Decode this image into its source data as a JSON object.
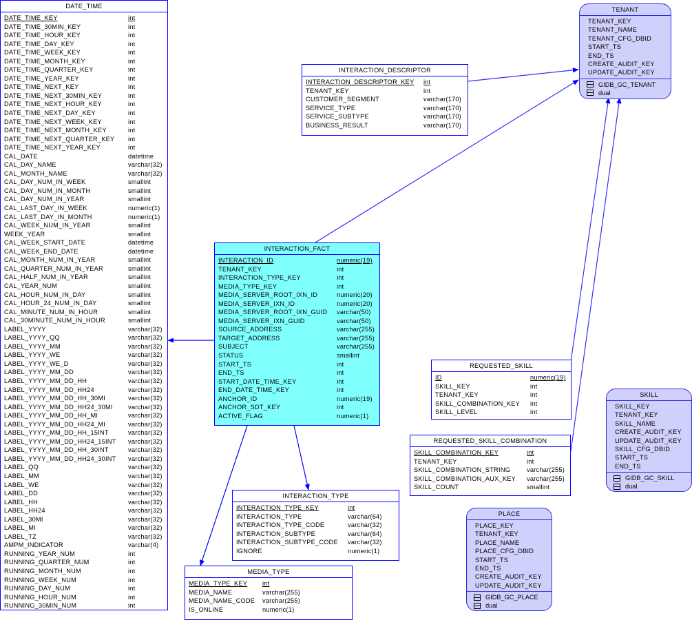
{
  "diagram": {
    "entities": {
      "date_time": {
        "title": "DATE_TIME",
        "columns": [
          {
            "name": "DATE_TIME_KEY",
            "type": "int",
            "pk": true
          },
          {
            "name": "DATE_TIME_30MIN_KEY",
            "type": "int"
          },
          {
            "name": "DATE_TIME_HOUR_KEY",
            "type": "int"
          },
          {
            "name": "DATE_TIME_DAY_KEY",
            "type": "int"
          },
          {
            "name": "DATE_TIME_WEEK_KEY",
            "type": "int"
          },
          {
            "name": "DATE_TIME_MONTH_KEY",
            "type": "int"
          },
          {
            "name": "DATE_TIME_QUARTER_KEY",
            "type": "int"
          },
          {
            "name": "DATE_TIME_YEAR_KEY",
            "type": "int"
          },
          {
            "name": "DATE_TIME_NEXT_KEY",
            "type": "int"
          },
          {
            "name": "DATE_TIME_NEXT_30MIN_KEY",
            "type": "int"
          },
          {
            "name": "DATE_TIME_NEXT_HOUR_KEY",
            "type": "int"
          },
          {
            "name": "DATE_TIME_NEXT_DAY_KEY",
            "type": "int"
          },
          {
            "name": "DATE_TIME_NEXT_WEEK_KEY",
            "type": "int"
          },
          {
            "name": "DATE_TIME_NEXT_MONTH_KEY",
            "type": "int"
          },
          {
            "name": "DATE_TIME_NEXT_QUARTER_KEY",
            "type": "int"
          },
          {
            "name": "DATE_TIME_NEXT_YEAR_KEY",
            "type": "int"
          },
          {
            "name": "CAL_DATE",
            "type": "datetime"
          },
          {
            "name": "CAL_DAY_NAME",
            "type": "varchar(32)"
          },
          {
            "name": "CAL_MONTH_NAME",
            "type": "varchar(32)"
          },
          {
            "name": "CAL_DAY_NUM_IN_WEEK",
            "type": "smallint"
          },
          {
            "name": "CAL_DAY_NUM_IN_MONTH",
            "type": "smallint"
          },
          {
            "name": "CAL_DAY_NUM_IN_YEAR",
            "type": "smallint"
          },
          {
            "name": "CAL_LAST_DAY_IN_WEEK",
            "type": "numeric(1)"
          },
          {
            "name": "CAL_LAST_DAY_IN_MONTH",
            "type": "numeric(1)"
          },
          {
            "name": "CAL_WEEK_NUM_IN_YEAR",
            "type": "smallint"
          },
          {
            "name": "WEEK_YEAR",
            "type": "smallint"
          },
          {
            "name": "CAL_WEEK_START_DATE",
            "type": "datetime"
          },
          {
            "name": "CAL_WEEK_END_DATE",
            "type": "datetime"
          },
          {
            "name": "CAL_MONTH_NUM_IN_YEAR",
            "type": "smallint"
          },
          {
            "name": "CAL_QUARTER_NUM_IN_YEAR",
            "type": "smallint"
          },
          {
            "name": "CAL_HALF_NUM_IN_YEAR",
            "type": "smallint"
          },
          {
            "name": "CAL_YEAR_NUM",
            "type": "smallint"
          },
          {
            "name": "CAL_HOUR_NUM_IN_DAY",
            "type": "smallint"
          },
          {
            "name": "CAL_HOUR_24_NUM_IN_DAY",
            "type": "smallint"
          },
          {
            "name": "CAL_MINUTE_NUM_IN_HOUR",
            "type": "smallint"
          },
          {
            "name": "CAL_30MINUTE_NUM_IN_HOUR",
            "type": "smallint"
          },
          {
            "name": "LABEL_YYYY",
            "type": "varchar(32)"
          },
          {
            "name": "LABEL_YYYY_QQ",
            "type": "varchar(32)"
          },
          {
            "name": "LABEL_YYYY_MM",
            "type": "varchar(32)"
          },
          {
            "name": "LABEL_YYYY_WE",
            "type": "varchar(32)"
          },
          {
            "name": "LABEL_YYYY_WE_D",
            "type": "varchar(32)"
          },
          {
            "name": "LABEL_YYYY_MM_DD",
            "type": "varchar(32)"
          },
          {
            "name": "LABEL_YYYY_MM_DD_HH",
            "type": "varchar(32)"
          },
          {
            "name": "LABEL_YYYY_MM_DD_HH24",
            "type": "varchar(32)"
          },
          {
            "name": "LABEL_YYYY_MM_DD_HH_30MI",
            "type": "varchar(32)"
          },
          {
            "name": "LABEL_YYYY_MM_DD_HH24_30MI",
            "type": "varchar(32)"
          },
          {
            "name": "LABEL_YYYY_MM_DD_HH_MI",
            "type": "varchar(32)"
          },
          {
            "name": "LABEL_YYYY_MM_DD_HH24_MI",
            "type": "varchar(32)"
          },
          {
            "name": "LABEL_YYYY_MM_DD_HH_15INT",
            "type": "varchar(32)"
          },
          {
            "name": "LABEL_YYYY_MM_DD_HH24_15INT",
            "type": "varchar(32)"
          },
          {
            "name": "LABEL_YYYY_MM_DD_HH_30INT",
            "type": "varchar(32)"
          },
          {
            "name": "LABEL_YYYY_MM_DD_HH24_30INT",
            "type": "varchar(32)"
          },
          {
            "name": "LABEL_QQ",
            "type": "varchar(32)"
          },
          {
            "name": "LABEL_MM",
            "type": "varchar(32)"
          },
          {
            "name": "LABEL_WE",
            "type": "varchar(32)"
          },
          {
            "name": "LABEL_DD",
            "type": "varchar(32)"
          },
          {
            "name": "LABEL_HH",
            "type": "varchar(32)"
          },
          {
            "name": "LABEL_HH24",
            "type": "varchar(32)"
          },
          {
            "name": "LABEL_30MI",
            "type": "varchar(32)"
          },
          {
            "name": "LABEL_MI",
            "type": "varchar(32)"
          },
          {
            "name": "LABEL_TZ",
            "type": "varchar(32)"
          },
          {
            "name": "AMPM_INDICATOR",
            "type": "varchar(4)"
          },
          {
            "name": "RUNNING_YEAR_NUM",
            "type": "int"
          },
          {
            "name": "RUNNING_QUARTER_NUM",
            "type": "int"
          },
          {
            "name": "RUNNING_MONTH_NUM",
            "type": "int"
          },
          {
            "name": "RUNNING_WEEK_NUM",
            "type": "int"
          },
          {
            "name": "RUNNING_DAY_NUM",
            "type": "int"
          },
          {
            "name": "RUNNING_HOUR_NUM",
            "type": "int"
          },
          {
            "name": "RUNNING_30MIN_NUM",
            "type": "int"
          }
        ]
      },
      "interaction_descriptor": {
        "title": "INTERACTION_DESCRIPTOR",
        "columns": [
          {
            "name": "INTERACTION_DESCRIPTOR_KEY",
            "type": "int",
            "pk": true
          },
          {
            "name": "TENANT_KEY",
            "type": "int"
          },
          {
            "name": "CUSTOMER_SEGMENT",
            "type": "varchar(170)"
          },
          {
            "name": "SERVICE_TYPE",
            "type": "varchar(170)"
          },
          {
            "name": "SERVICE_SUBTYPE",
            "type": "varchar(170)"
          },
          {
            "name": "BUSINESS_RESULT",
            "type": "varchar(170)"
          }
        ]
      },
      "interaction_fact": {
        "title": "INTERACTION_FACT",
        "columns": [
          {
            "name": "INTERACTION_ID",
            "type": "numeric(19)",
            "pk": true
          },
          {
            "name": "TENANT_KEY",
            "type": "int"
          },
          {
            "name": "INTERACTION_TYPE_KEY",
            "type": "int"
          },
          {
            "name": "MEDIA_TYPE_KEY",
            "type": "int"
          },
          {
            "name": "MEDIA_SERVER_ROOT_IXN_ID",
            "type": "numeric(20)"
          },
          {
            "name": "MEDIA_SERVER_IXN_ID",
            "type": "numeric(20)"
          },
          {
            "name": "MEDIA_SERVER_ROOT_IXN_GUID",
            "type": "varchar(50)"
          },
          {
            "name": "MEDIA_SERVER_IXN_GUID",
            "type": "varchar(50)"
          },
          {
            "name": "SOURCE_ADDRESS",
            "type": "varchar(255)"
          },
          {
            "name": "TARGET_ADDRESS",
            "type": "varchar(255)"
          },
          {
            "name": "SUBJECT",
            "type": "varchar(255)"
          },
          {
            "name": "STATUS",
            "type": "smallint"
          },
          {
            "name": "START_TS",
            "type": "int"
          },
          {
            "name": "END_TS",
            "type": "int"
          },
          {
            "name": "START_DATE_TIME_KEY",
            "type": "int"
          },
          {
            "name": "END_DATE_TIME_KEY",
            "type": "int"
          },
          {
            "name": "ANCHOR_ID",
            "type": "numeric(19)"
          },
          {
            "name": "ANCHOR_SDT_KEY",
            "type": "int"
          },
          {
            "name": "ACTIVE_FLAG",
            "type": "numeric(1)"
          }
        ]
      },
      "interaction_type": {
        "title": "INTERACTION_TYPE",
        "columns": [
          {
            "name": "INTERACTION_TYPE_KEY",
            "type": "int",
            "pk": true
          },
          {
            "name": "INTERACTION_TYPE",
            "type": "varchar(64)"
          },
          {
            "name": "INTERACTION_TYPE_CODE",
            "type": "varchar(32)"
          },
          {
            "name": "INTERACTION_SUBTYPE",
            "type": "varchar(64)"
          },
          {
            "name": "INTERACTION_SUBTYPE_CODE",
            "type": "varchar(32)"
          },
          {
            "name": "IGNORE",
            "type": "numeric(1)"
          }
        ]
      },
      "media_type": {
        "title": "MEDIA_TYPE",
        "columns": [
          {
            "name": "MEDIA_TYPE_KEY",
            "type": "int",
            "pk": true
          },
          {
            "name": "MEDIA_NAME",
            "type": "varchar(255)"
          },
          {
            "name": "MEDIA_NAME_CODE",
            "type": "varchar(255)"
          },
          {
            "name": "IS_ONLINE",
            "type": "numeric(1)"
          }
        ]
      },
      "requested_skill": {
        "title": "REQUESTED_SKILL",
        "columns": [
          {
            "name": "ID",
            "type": "numeric(19)",
            "pk": true
          },
          {
            "name": "SKILL_KEY",
            "type": "int"
          },
          {
            "name": "TENANT_KEY",
            "type": "int"
          },
          {
            "name": "SKILL_COMBINATION_KEY",
            "type": "int"
          },
          {
            "name": "SKILL_LEVEL",
            "type": "int"
          }
        ]
      },
      "requested_skill_combination": {
        "title": "REQUESTED_SKILL_COMBINATION",
        "columns": [
          {
            "name": "SKILL_COMBINATION_KEY",
            "type": "int",
            "pk": true
          },
          {
            "name": "TENANT_KEY",
            "type": "int"
          },
          {
            "name": "SKILL_COMBINATION_STRING",
            "type": "varchar(255)"
          },
          {
            "name": "SKILL_COMBINATION_AUX_KEY",
            "type": "varchar(255)"
          },
          {
            "name": "SKILL_COUNT",
            "type": "smallint"
          }
        ]
      },
      "tenant": {
        "title": "TENANT",
        "columns": [
          {
            "name": "TENANT_KEY"
          },
          {
            "name": "TENANT_NAME"
          },
          {
            "name": "TENANT_CFG_DBID"
          },
          {
            "name": "START_TS"
          },
          {
            "name": "END_TS"
          },
          {
            "name": "CREATE_AUDIT_KEY"
          },
          {
            "name": "UPDATE_AUDIT_KEY"
          }
        ],
        "sources": [
          "GIDB_GC_TENANT",
          "dual"
        ]
      },
      "skill": {
        "title": "SKILL",
        "columns": [
          {
            "name": "SKILL_KEY"
          },
          {
            "name": "TENANT_KEY"
          },
          {
            "name": "SKILL_NAME"
          },
          {
            "name": "CREATE_AUDIT_KEY"
          },
          {
            "name": "UPDATE_AUDIT_KEY"
          },
          {
            "name": "SKILL_CFG_DBID"
          },
          {
            "name": "START_TS"
          },
          {
            "name": "END_TS"
          }
        ],
        "sources": [
          "GIDB_GC_SKILL",
          "dual"
        ]
      },
      "place": {
        "title": "PLACE",
        "columns": [
          {
            "name": "PLACE_KEY"
          },
          {
            "name": "TENANT_KEY"
          },
          {
            "name": "PLACE_NAME"
          },
          {
            "name": "PLACE_CFG_DBID"
          },
          {
            "name": "START_TS"
          },
          {
            "name": "END_TS"
          },
          {
            "name": "CREATE_AUDIT_KEY"
          },
          {
            "name": "UPDATE_AUDIT_KEY"
          }
        ],
        "sources": [
          "GIDB_GC_PLACE",
          "dual"
        ]
      }
    },
    "relationships": [
      {
        "from": "interaction_fact",
        "to": "date_time"
      },
      {
        "from": "interaction_fact",
        "to": "tenant"
      },
      {
        "from": "interaction_descriptor",
        "to": "tenant"
      },
      {
        "from": "interaction_fact",
        "to": "interaction_type"
      },
      {
        "from": "interaction_fact",
        "to": "media_type"
      },
      {
        "from": "requested_skill",
        "to": "tenant"
      },
      {
        "from": "requested_skill_combination",
        "to": "tenant"
      }
    ],
    "colors": {
      "line": "#0000ff",
      "fact_fill": "#80ffff",
      "view_fill": "#d0d0fc",
      "table_fill": "#ffffff"
    }
  }
}
